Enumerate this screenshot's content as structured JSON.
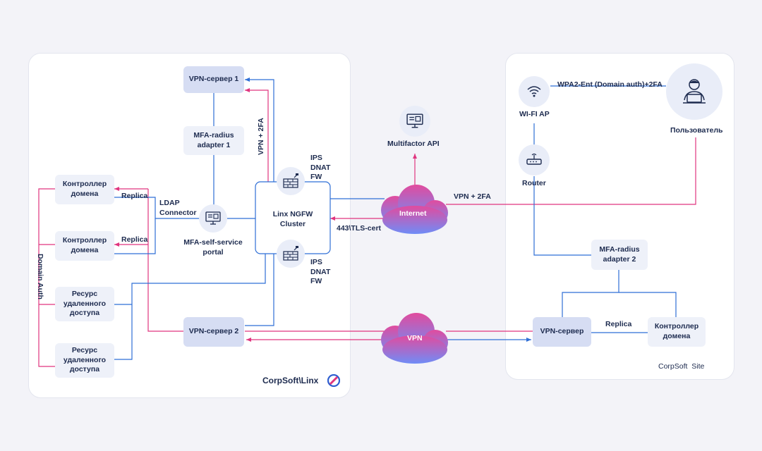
{
  "panels": {
    "left_caption": "CorpSoft\\Linx",
    "right_caption": "CorpSoft  Site"
  },
  "left": {
    "vpn_server_1": "VPN-сервер 1",
    "mfa_adapter_1": "MFA-radius\nadapter 1",
    "dc_1": "Контроллер\nдомена",
    "dc_2": "Контроллер\nдомена",
    "resource_1": "Ресурс\nудаленного\nдоступа",
    "resource_2": "Ресурс\nудаленного\nдоступа",
    "vpn_server_2": "VPN-сервер 2",
    "mfa_portal": "MFA-self-service\nportal",
    "ldap": "LDAP\nConnector",
    "replica_1": "Replica",
    "replica_2": "Replica",
    "domain_auth": "Domain Auth",
    "vpn_2fa_vertical": "VPN + 2FA",
    "fw_top": "IPS\nDNAT\nFW",
    "fw_bottom": "IPS\nDNAT\nFW",
    "ngfw": "Linx NGFW\nCluster",
    "tls": "443\\TLS-cert"
  },
  "middle": {
    "multifactor_api": "Multifactor API",
    "internet": "Internet",
    "vpn_cloud": "VPN",
    "vpn_2fa": "VPN + 2FA"
  },
  "right": {
    "wpa": "WPA2-Ent (Domain auth)+2FA",
    "wifi_ap": "WI-FI AP",
    "user": "Пользователь",
    "router": "Router",
    "mfa_adapter_2": "MFA-radius\nadapter 2",
    "vpn_server": "VPN-сервер",
    "replica": "Replica",
    "dc": "Контроллер\nдомена"
  },
  "colors": {
    "blue": "#2f6fd6",
    "pink": "#e0357f",
    "navy": "#1d2b4f",
    "node_dark": "#d6ddf3",
    "node_light": "#eef1f9"
  },
  "icons": [
    "firewall-icon",
    "firewall-icon",
    "monitor-icon",
    "monitor-icon",
    "wifi-icon",
    "router-icon",
    "user-icon",
    "linx-logo-icon"
  ]
}
